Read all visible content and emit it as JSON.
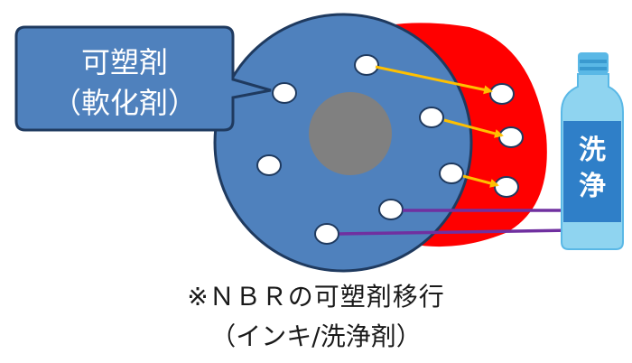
{
  "callout": {
    "line1": "可塑剤",
    "line2": "（軟化剤）"
  },
  "bottle": {
    "label_line1": "洗",
    "label_line2": "浄"
  },
  "caption": {
    "line1": "※ＮＢＲの可塑剤移行",
    "line2": "（インキ/洗浄剤）"
  },
  "colors": {
    "roller_blue": "#4f81bd",
    "outline": "#1f3a5f",
    "red_layer": "#ff0000",
    "core_gray": "#808080",
    "callout_blue": "#4f81bd",
    "arrow_orange": "#ffc000",
    "arrow_purple": "#7030a0",
    "bottle_light": "#8fd4f0",
    "bottle_cap": "#5ab8e6",
    "bottle_label": "#2f7fc8"
  }
}
